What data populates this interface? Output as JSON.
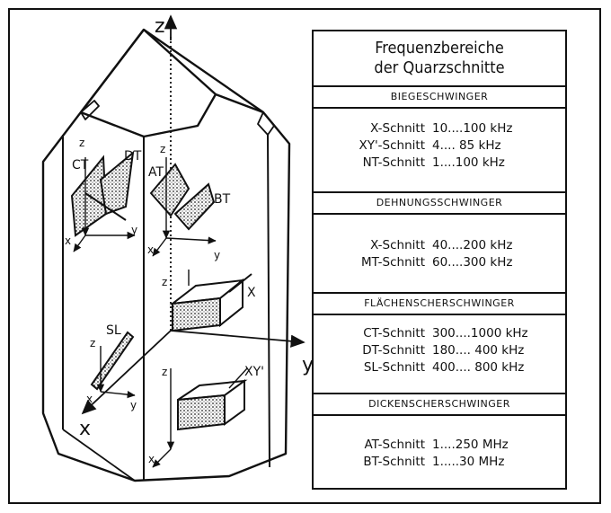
{
  "diagram": {
    "axes": {
      "z": "z",
      "y": "y",
      "x": "x"
    },
    "cuts": {
      "ct": "CT",
      "dt": "DT",
      "at": "AT",
      "bt": "BT",
      "sl": "SL",
      "x_cut": "X",
      "xy_cut": "XY'"
    },
    "small_axes": {
      "z": "z",
      "y": "y",
      "x": "x"
    }
  },
  "table": {
    "title_line1": "Frequenzbereiche",
    "title_line2": "der Quarzschnitte",
    "sections": [
      {
        "heading": "BIEGESCHWINGER",
        "rows": [
          {
            "name": "X-Schnitt",
            "range": "10....100 kHz"
          },
          {
            "name": "XY'-Schnitt",
            "range": "4.... 85 kHz"
          },
          {
            "name": "NT-Schnitt",
            "range": "1....100 kHz"
          }
        ]
      },
      {
        "heading": "DEHNUNGSSCHWINGER",
        "rows": [
          {
            "name": "X-Schnitt",
            "range": "40....200 kHz"
          },
          {
            "name": "MT-Schnitt",
            "range": "60....300 kHz"
          }
        ]
      },
      {
        "heading": "FLÄCHENSCHERSCHWINGER",
        "rows": [
          {
            "name": "CT-Schnitt",
            "range": "300....1000 kHz"
          },
          {
            "name": "DT-Schnitt",
            "range": "180.... 400 kHz"
          },
          {
            "name": "SL-Schnitt",
            "range": "400.... 800 kHz"
          }
        ]
      },
      {
        "heading": "DICKENSCHERSCHWINGER",
        "rows": [
          {
            "name": "AT-Schnitt",
            "range": "1....250 MHz"
          },
          {
            "name": "BT-Schnitt",
            "range": "1.....30 MHz"
          }
        ]
      }
    ]
  }
}
